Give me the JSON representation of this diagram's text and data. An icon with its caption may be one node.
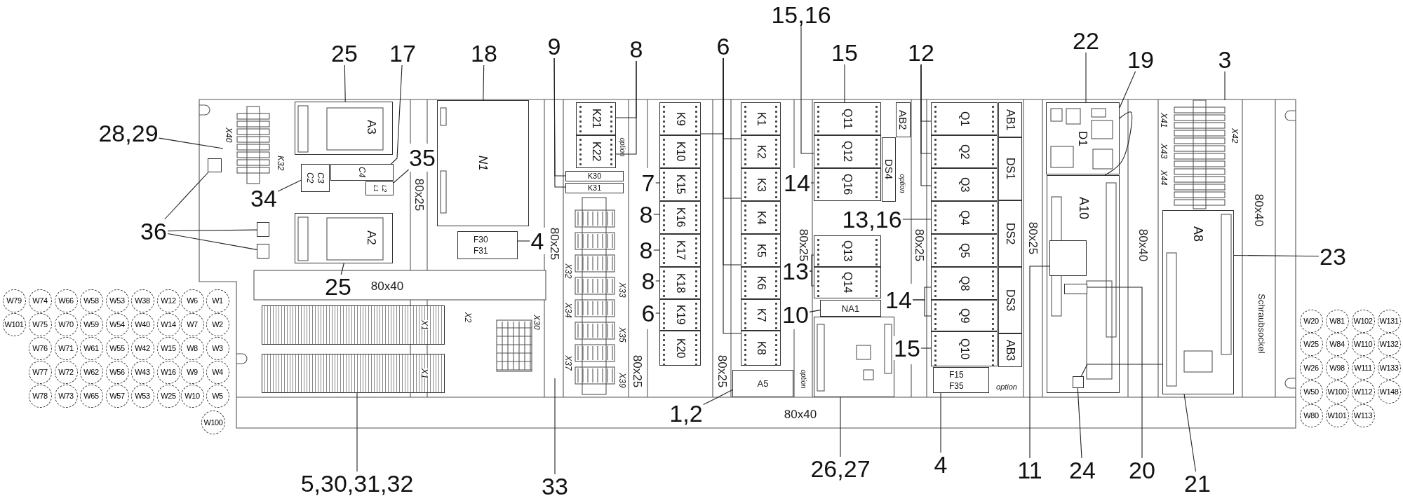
{
  "diagram": {
    "nodes": [
      {
        "text": [
          "25"
        ]
      },
      {
        "text": [
          "17"
        ]
      },
      {
        "text": [
          "18"
        ]
      },
      {
        "text": [
          "9"
        ]
      },
      {
        "text": [
          "8"
        ]
      },
      {
        "text": [
          "6"
        ]
      },
      {
        "text": [
          "15,16"
        ]
      },
      {
        "text": [
          "15"
        ]
      },
      {
        "text": [
          "12"
        ]
      },
      {
        "text": [
          "22"
        ]
      },
      {
        "text": [
          "19"
        ]
      },
      {
        "text": [
          "3"
        ]
      },
      {
        "text": [
          "28,29"
        ]
      },
      {
        "text": [
          "35"
        ]
      },
      {
        "text": [
          "34"
        ]
      },
      {
        "text": [
          "36"
        ]
      },
      {
        "text": [
          "4"
        ]
      },
      {
        "text": [
          "7"
        ]
      },
      {
        "text": [
          "8"
        ]
      },
      {
        "text": [
          "8"
        ]
      },
      {
        "text": [
          "8"
        ]
      },
      {
        "text": [
          "6"
        ]
      },
      {
        "text": [
          "14"
        ]
      },
      {
        "text": [
          "13,16"
        ]
      },
      {
        "text": [
          "13"
        ]
      },
      {
        "text": [
          "14"
        ]
      },
      {
        "text": [
          "10"
        ]
      },
      {
        "text": [
          "15"
        ]
      },
      {
        "text": [
          "25"
        ]
      },
      {
        "text": [
          "23"
        ]
      },
      {
        "text": [
          "5,30,31,32"
        ]
      },
      {
        "text": [
          "33"
        ]
      },
      {
        "text": [
          "1,2"
        ]
      },
      {
        "text": [
          "26,27"
        ]
      },
      {
        "text": [
          "4"
        ]
      },
      {
        "text": [
          "11"
        ]
      },
      {
        "text": [
          "24"
        ]
      },
      {
        "text": [
          "20"
        ]
      },
      {
        "text": [
          "21"
        ]
      },
      {
        "text": [
          "X40",
          "K32"
        ]
      },
      {
        "text": [
          "A3"
        ]
      },
      {
        "text": [
          "C2",
          "C3"
        ]
      },
      {
        "text": [
          "C4"
        ]
      },
      {
        "text": [
          "L1",
          "L2"
        ]
      },
      {
        "text": [],
        "shape": "box"
      },
      {
        "text": [],
        "shape": "box"
      },
      {
        "text": [],
        "shape": "box"
      },
      {
        "text": [
          "A2"
        ]
      },
      {
        "text": [
          "N1"
        ]
      },
      {
        "text": [
          "F30",
          "F31"
        ]
      },
      {
        "text": [
          "K21"
        ]
      },
      {
        "text": [
          "K22"
        ]
      },
      {
        "text": [
          "K30"
        ]
      },
      {
        "text": [
          "K31"
        ]
      },
      {
        "text": [
          "K9"
        ]
      },
      {
        "text": [
          "K10"
        ]
      },
      {
        "text": [
          "K15"
        ]
      },
      {
        "text": [
          "K16"
        ]
      },
      {
        "text": [
          "K17"
        ]
      },
      {
        "text": [
          "K18"
        ]
      },
      {
        "text": [
          "K19"
        ]
      },
      {
        "text": [
          "K20"
        ]
      },
      {
        "text": [
          "K1"
        ]
      },
      {
        "text": [
          "K2"
        ]
      },
      {
        "text": [
          "K3"
        ]
      },
      {
        "text": [
          "K4"
        ]
      },
      {
        "text": [
          "K5"
        ]
      },
      {
        "text": [
          "K6"
        ]
      },
      {
        "text": [
          "K7"
        ]
      },
      {
        "text": [
          "K8"
        ]
      },
      {
        "text": [
          "Q11"
        ]
      },
      {
        "text": [
          "Q12"
        ]
      },
      {
        "text": [
          "Q16"
        ]
      },
      {
        "text": [
          "Q13"
        ]
      },
      {
        "text": [
          "Q14"
        ]
      },
      {
        "text": [
          "AB2"
        ]
      },
      {
        "text": [
          "DS4"
        ]
      },
      {
        "text": [
          "NA1"
        ]
      },
      {
        "text": [],
        "shape": "box"
      },
      {
        "text": [
          "A5"
        ]
      },
      {
        "text": [
          "X1"
        ]
      },
      {
        "text": [
          "X1"
        ]
      },
      {
        "text": [
          "Q1"
        ]
      },
      {
        "text": [
          "Q2"
        ]
      },
      {
        "text": [
          "Q3"
        ]
      },
      {
        "text": [
          "Q4"
        ]
      },
      {
        "text": [
          "Q5"
        ]
      },
      {
        "text": [
          "Q8"
        ]
      },
      {
        "text": [
          "Q9"
        ]
      },
      {
        "text": [
          "Q10"
        ]
      },
      {
        "text": [
          "AB1"
        ]
      },
      {
        "text": [
          "DS1"
        ]
      },
      {
        "text": [
          "DS2"
        ]
      },
      {
        "text": [
          "DS3"
        ]
      },
      {
        "text": [
          "AB3"
        ]
      },
      {
        "text": [
          "F15",
          "F35"
        ]
      },
      {
        "text": [
          "D1"
        ]
      },
      {
        "text": [
          "A10"
        ]
      },
      {
        "text": [],
        "shape": "box",
        "in": 97
      },
      {
        "text": [],
        "shape": "box",
        "in": 97
      },
      {
        "text": [],
        "shape": "box",
        "in": 97
      },
      {
        "text": [
          "X41",
          "X42",
          "X43",
          "X44"
        ]
      },
      {
        "text": [
          "A8"
        ]
      },
      {
        "text": [
          "W79"
        ]
      },
      {
        "text": [
          "W74"
        ]
      },
      {
        "text": [
          "W66"
        ]
      },
      {
        "text": [
          "W58"
        ]
      },
      {
        "text": [
          "W53"
        ]
      },
      {
        "text": [
          "W38"
        ]
      },
      {
        "text": [
          "W12"
        ]
      },
      {
        "text": [
          "W6"
        ]
      },
      {
        "text": [
          "W1"
        ]
      },
      {
        "text": [
          "W101"
        ]
      },
      {
        "text": [
          "W75"
        ]
      },
      {
        "text": [
          "W70"
        ]
      },
      {
        "text": [
          "W59"
        ]
      },
      {
        "text": [
          "W54"
        ]
      },
      {
        "text": [
          "W40"
        ]
      },
      {
        "text": [
          "W14"
        ]
      },
      {
        "text": [
          "W7"
        ]
      },
      {
        "text": [
          "W2"
        ]
      },
      {
        "text": [
          "W76"
        ]
      },
      {
        "text": [
          "W71"
        ]
      },
      {
        "text": [
          "W61"
        ]
      },
      {
        "text": [
          "W55"
        ]
      },
      {
        "text": [
          "W42"
        ]
      },
      {
        "text": [
          "W15"
        ]
      },
      {
        "text": [
          "W8"
        ]
      },
      {
        "text": [
          "W3"
        ]
      },
      {
        "text": [
          "W77"
        ]
      },
      {
        "text": [
          "W72"
        ]
      },
      {
        "text": [
          "W62"
        ]
      },
      {
        "text": [
          "W56"
        ]
      },
      {
        "text": [
          "W43"
        ]
      },
      {
        "text": [
          "W16"
        ]
      },
      {
        "text": [
          "W9"
        ]
      },
      {
        "text": [
          "W4"
        ]
      },
      {
        "text": [
          "W78"
        ]
      },
      {
        "text": [
          "W73"
        ]
      },
      {
        "text": [
          "W65"
        ]
      },
      {
        "text": [
          "W57"
        ]
      },
      {
        "text": [
          "W53"
        ]
      },
      {
        "text": [
          "W25"
        ]
      },
      {
        "text": [
          "W10"
        ]
      },
      {
        "text": [
          "W5"
        ]
      },
      {
        "text": [
          "W100"
        ]
      },
      {
        "text": [
          "W20"
        ]
      },
      {
        "text": [
          "W81"
        ]
      },
      {
        "text": [
          "W102"
        ]
      },
      {
        "text": [
          "W131"
        ]
      },
      {
        "text": [
          "W25"
        ]
      },
      {
        "text": [
          "W84"
        ]
      },
      {
        "text": [
          "W110"
        ]
      },
      {
        "text": [
          "W132"
        ]
      },
      {
        "text": [
          "W26"
        ]
      },
      {
        "text": [
          "W98"
        ]
      },
      {
        "text": [
          "W111"
        ]
      },
      {
        "text": [
          "W133"
        ]
      },
      {
        "text": [
          "W50"
        ]
      },
      {
        "text": [
          "W100"
        ]
      },
      {
        "text": [
          "W112"
        ]
      },
      {
        "text": [
          "W148"
        ]
      },
      {
        "text": [
          "W80"
        ]
      },
      {
        "text": [
          "W101"
        ]
      },
      {
        "text": [
          "W113"
        ]
      }
    ],
    "edges": [
      {
        "from": 0,
        "to": 40,
        "arrow": "none"
      },
      {
        "from": 1,
        "to": 42,
        "arrow": "none"
      },
      {
        "from": 2,
        "to": 48,
        "arrow": "none"
      },
      {
        "from": 3,
        "to": 52,
        "arrow": "none"
      },
      {
        "from": 3,
        "to": 53,
        "arrow": "none"
      },
      {
        "from": 4,
        "to": 50,
        "arrow": "none"
      },
      {
        "from": 4,
        "to": 51,
        "arrow": "none"
      },
      {
        "from": 5,
        "to": 54,
        "arrow": "none"
      },
      {
        "from": 5,
        "to": 63,
        "arrow": "none"
      },
      {
        "from": 5,
        "to": 64,
        "arrow": "none"
      },
      {
        "from": 5,
        "to": 66,
        "arrow": "none"
      },
      {
        "from": 5,
        "to": 69,
        "arrow": "none"
      },
      {
        "from": 6,
        "to": 71,
        "arrow": "none"
      },
      {
        "from": 7,
        "to": 70,
        "arrow": "none"
      },
      {
        "from": 8,
        "to": 82,
        "arrow": "none"
      },
      {
        "from": 8,
        "to": 83,
        "arrow": "none"
      },
      {
        "from": 8,
        "to": 84,
        "arrow": "none"
      },
      {
        "from": 9,
        "to": 96,
        "arrow": "none"
      },
      {
        "from": 10,
        "to": 96,
        "arrow": "none"
      },
      {
        "from": 11,
        "to": 101,
        "arrow": "none"
      },
      {
        "from": 12,
        "to": 39,
        "arrow": "none"
      },
      {
        "from": 13,
        "to": 43,
        "arrow": "none"
      },
      {
        "from": 14,
        "to": 41,
        "arrow": "none"
      },
      {
        "from": 15,
        "to": 44,
        "arrow": "none"
      },
      {
        "from": 15,
        "to": 45,
        "arrow": "none"
      },
      {
        "from": 15,
        "to": 46,
        "arrow": "none"
      },
      {
        "from": 16,
        "to": 49,
        "arrow": "none"
      },
      {
        "from": 17,
        "to": 56,
        "arrow": "none"
      },
      {
        "from": 18,
        "to": 57,
        "arrow": "none"
      },
      {
        "from": 19,
        "to": 58,
        "arrow": "none"
      },
      {
        "from": 20,
        "to": 59,
        "arrow": "none"
      },
      {
        "from": 21,
        "to": 60,
        "arrow": "none"
      },
      {
        "from": 22,
        "to": 72,
        "arrow": "none"
      },
      {
        "from": 23,
        "to": 85,
        "arrow": "none"
      },
      {
        "from": 24,
        "to": 73,
        "arrow": "none"
      },
      {
        "from": 24,
        "to": 74,
        "arrow": "none"
      },
      {
        "from": 25,
        "to": 87,
        "arrow": "none"
      },
      {
        "from": 25,
        "to": 88,
        "arrow": "none"
      },
      {
        "from": 26,
        "to": 77,
        "arrow": "none"
      },
      {
        "from": 27,
        "to": 89,
        "arrow": "none"
      },
      {
        "from": 28,
        "to": 47,
        "arrow": "none"
      },
      {
        "from": 29,
        "to": 102,
        "arrow": "none"
      },
      {
        "from": 30,
        "to": 81,
        "arrow": "none"
      },
      {
        "from": 31,
        "to": null,
        "arrow": "none"
      },
      {
        "from": 32,
        "to": 79,
        "arrow": "none"
      },
      {
        "from": 33,
        "to": 78,
        "arrow": "none"
      },
      {
        "from": 34,
        "to": 95,
        "arrow": "none"
      },
      {
        "from": 35,
        "to": 98,
        "arrow": "none"
      },
      {
        "from": 36,
        "to": 100,
        "arrow": "none"
      },
      {
        "from": 37,
        "to": 99,
        "arrow": "none"
      },
      {
        "from": 38,
        "to": 102,
        "arrow": "none"
      },
      {
        "from": 96,
        "to": 97,
        "arrow": "none"
      },
      {
        "from": 100,
        "to": 102,
        "arrow": "none"
      }
    ],
    "labels": [
      "80x25",
      "80x25",
      "80x25",
      "80x25",
      "80x25",
      "80x25",
      "80x25",
      "80x40",
      "80x40",
      "80x40",
      "X2",
      "X30",
      "X32",
      "X33",
      "X34",
      "X35",
      "X37",
      "X39",
      "option",
      "option",
      "option",
      "option",
      "Schraubsockel",
      "80x40"
    ]
  }
}
